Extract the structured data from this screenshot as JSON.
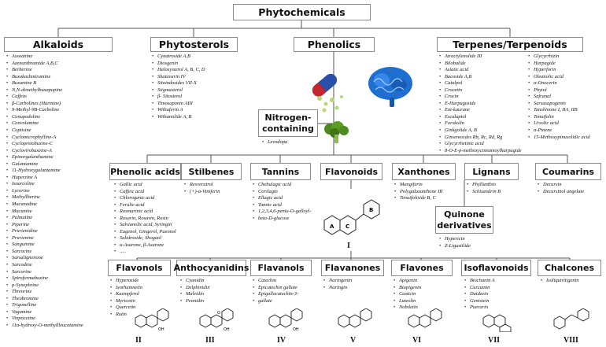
{
  "root": "Phytochemicals",
  "categories": {
    "alkaloids": {
      "title": "Alkaloids",
      "items": [
        "Assoanine",
        "Azenanthramide A,B,C",
        "Berberine",
        "Buxakashmiramine",
        "Buxamine B",
        "N,N-dimethylbuxapapine",
        "Caffein",
        "β-Carbolines (Harmine)",
        "9-Methyl-9B-Carboline",
        "Conupodoline",
        "Convolamine",
        "Coptisine",
        "Cyclomicrophylline-A",
        "Cycloprotobuxine-C",
        "Cyclovirobuxeine-A",
        "Epinorgalanthamine",
        "Galantamine",
        "11-Hydroxygalantamine",
        "Huperzine A",
        "Isoarcoline",
        "Lycorine",
        "Methyllberine",
        "Mucunadine",
        "Mucunine",
        "Palmatine",
        "Piperine",
        "Prurienidine",
        "Prurienine",
        "Sanguinine",
        "Sarcocine",
        "Sarsalignenone",
        "Sarcodine",
        "Sarcorine",
        "Spiroformabuxine",
        "p-Synephrine",
        "Threorine",
        "Theobromine",
        "Trigonelline",
        "Vagamine",
        "Vinpocetine",
        "11α-hydroxy-O-methyllleucotamine"
      ]
    },
    "phytosterols": {
      "title": "Phytosterols",
      "items": [
        "Cynatroside A,B",
        "Diosgenin",
        "Haloxysterol A, B, C, D",
        "Shatavarin IV",
        "Sitoindosides VII-X",
        "Stigmasterol",
        "β- Sitosterol",
        "Timosaponin AIII",
        "Withaferin A",
        "Withanolide A, B"
      ]
    },
    "phenolics": {
      "title": "Phenolics"
    },
    "terpenes": {
      "title": "Terpenes/Terpenoids",
      "items_col1": [
        "Atractylenolide III",
        "Bilobalide",
        "Asiatic acid",
        "Bacoside A,B",
        "Catalpol",
        "Crocetin",
        "Crocin",
        "E-Harpagoside",
        "Ent-kaurane",
        "Escalaptol",
        "Forskolin",
        "Ginkgolide A, B",
        "Ginsenosides Rb, Rc, Rd, Rg",
        "Glycyrrhetinic acid",
        "8-O-E-p-methoxycinnamoylharpagide"
      ],
      "items_col2": [
        "Glycyrrhizin",
        "Harpagide",
        "Hyperforin",
        "Oleanolic acid",
        "α-Onocerin",
        "Phytol",
        "Safranal",
        "Sarsasapogenin",
        "Tanshinone I, IIA, IIB",
        "Tenuifolin",
        "Ursolic acid",
        "α-Pinene",
        "15-Methoxypinusolidic acid"
      ]
    },
    "nitrogen": {
      "title_line1": "Nitrogen-",
      "title_line2": "containing",
      "items": [
        "Levodopa"
      ]
    },
    "phenolic_acids": {
      "title": "Phenolic acids",
      "items": [
        "Gallic acid",
        "Caffeic acid",
        "Chlorogenic acid",
        "Ferulic acid",
        "Rosmarinic acid",
        "Rosarin, Rosavin, Rosin",
        "Salvianolic acid, Syringin",
        "Eugenol, Gingerol, Paeonol",
        "Salidroside, Shogaol",
        "α-Asarone, β-Asarone",
        "....."
      ]
    },
    "stilbenes": {
      "title": "Stilbenes",
      "items": [
        "Resveratrol",
        "(+)-α-Viniferin"
      ]
    },
    "tannins": {
      "title": "Tannins",
      "items": [
        "Chebulagic acid",
        "Corilagin",
        "Ellagic acid",
        "Tannic acid",
        "1,2,3,4,6-penta-O-galloyl-",
        "beta-D-glucose"
      ]
    },
    "flavonoids": {
      "title": "Flavonoids",
      "roman": "I"
    },
    "xanthones": {
      "title": "Xanthones",
      "items": [
        "Mangiferin",
        "Polygalaxanthone III",
        "Tenuifoliside B, C"
      ]
    },
    "lignans": {
      "title": "Lignans",
      "items": [
        "Phyllanthin",
        "Schisandrin B"
      ]
    },
    "coumarins": {
      "title": "Coumarins",
      "items": [
        "Decursin",
        "Decursinol angelate"
      ]
    },
    "quinone": {
      "title_line1": "Quinone",
      "title_line2": "derivatives",
      "items": [
        "Hypericin",
        "Z-Ligustilide"
      ]
    },
    "flavonols": {
      "title": "Flavonols",
      "roman": "II",
      "items": [
        "Hyperoside",
        "Isorhamnetin",
        "Kaempferol",
        "Myricetin",
        "Quercetin",
        "Rutin"
      ]
    },
    "anthocyanidins": {
      "title": "Anthocyanidins",
      "roman": "III",
      "items": [
        "Cyanidin",
        "Delphinidin",
        "Malvidin",
        "Peonidin"
      ]
    },
    "flavanols": {
      "title": "Flavanols",
      "roman": "IV",
      "items": [
        "Catechin",
        "Epicatechin gallate",
        "Epigallocatechin-3-",
        "gallate"
      ]
    },
    "flavanones": {
      "title": "Flavanones",
      "roman": "V",
      "items": [
        "Naringenin",
        "Naringin"
      ]
    },
    "flavones": {
      "title": "Flavones",
      "roman": "VI",
      "items": [
        "Apigenin",
        "Biapigenin",
        "Casticin",
        "Luteolin",
        "Nobiletin"
      ]
    },
    "isoflavonoids": {
      "title": "Isoflavonoids",
      "roman": "VII",
      "items": [
        "Biochanin A",
        "Curcumin",
        "Daidzein",
        "Genistein",
        "Puerarin"
      ]
    },
    "chalcones": {
      "title": "Chalcones",
      "roman": "VIII",
      "items": [
        "Isoliquiritigenin"
      ]
    }
  },
  "structure_labels": {
    "ring_a": "A",
    "ring_b": "B",
    "ring_c": "C",
    "oh": "OH",
    "o": "O"
  },
  "colors": {
    "border": "#8a8a8a",
    "line": "#555555",
    "brain": "#1f6fd1",
    "capsule_red": "#c1272d",
    "capsule_blue": "#2a4fa8",
    "broccoli": "#4f8a1e"
  }
}
